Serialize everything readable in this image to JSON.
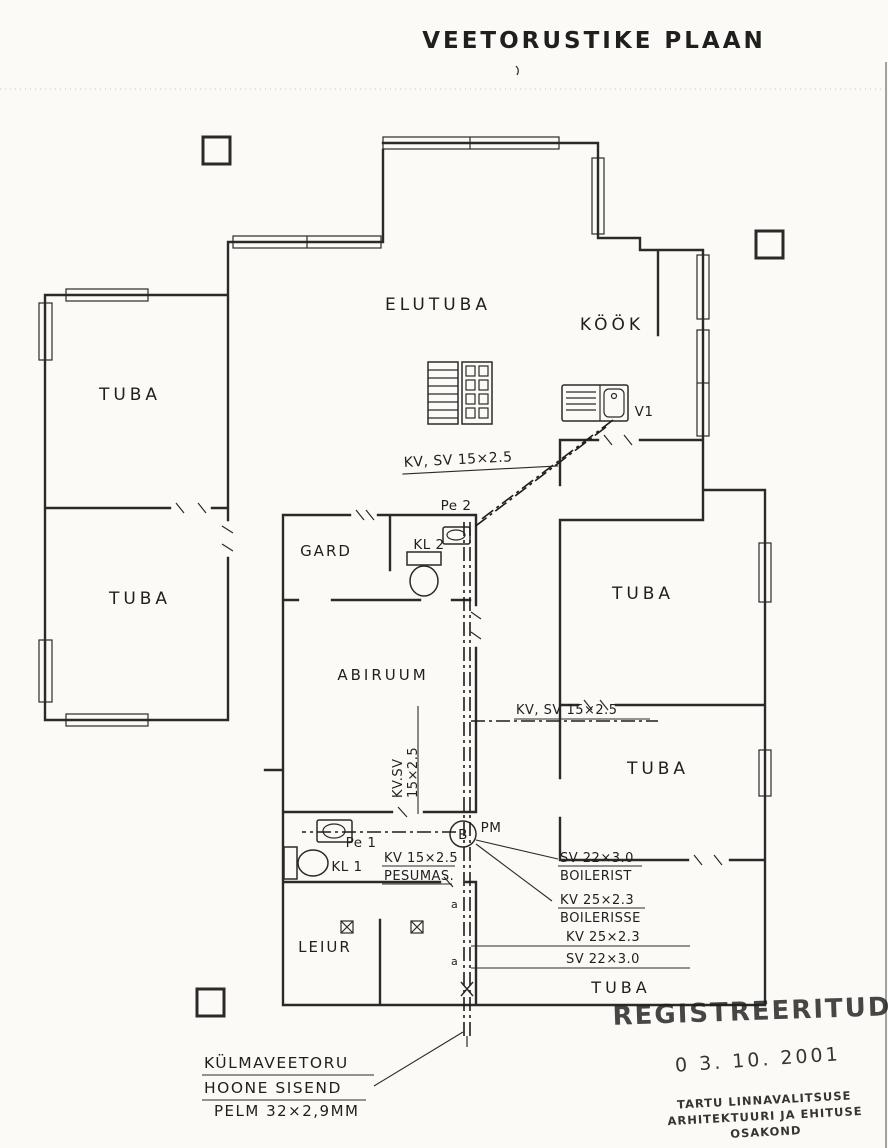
{
  "title": "VEETORUSTIKE PLAAN",
  "rooms": {
    "elutuba": "ELUTUBA",
    "kook": "KÖÖK",
    "tuba_upper_left": "TUBA",
    "tuba_lower_left": "TUBA",
    "gard": "GARD",
    "abiruum": "ABIRUUM",
    "tuba_mid_right": "TUBA",
    "tuba_right": "TUBA",
    "tuba_bottom": "TUBA",
    "leiur": "LEIUR"
  },
  "fixtures": {
    "pe2": "Pe 2",
    "kl2": "KL 2",
    "pe1": "Pe 1",
    "kl1": "KL 1",
    "pm": "PM",
    "boiler": "B",
    "v1": "V1",
    "pesumas": "PESUMAS.",
    "mark_a1": "a",
    "mark_a2": "a"
  },
  "pipes": {
    "kitchen_run": "KV, SV 15×2.5",
    "mid_run": "KV, SV 15×2.5",
    "vertical_run_l1": "KV.SV",
    "vertical_run_l2": "15×2.5",
    "bath_run": "KV 15×2.5",
    "sv22_from_boiler": "SV 22×3.0",
    "from_boiler": "BOILERIST",
    "kv25_to_boiler": "KV 25×2.3",
    "to_boiler": "BOILERISSE",
    "kv25_bottom": "KV 25×2.3",
    "sv22_bottom": "SV 22×3.0"
  },
  "notes": {
    "line1": "KÜLMAVEETORU",
    "line2": "HOONE SISEND",
    "line3": "PELM 32×2,9MM"
  },
  "stamp": {
    "registered": "REGISTREERITUD",
    "date": "0 3. 10. 2001",
    "org1": "TARTU LINNAVALITSUSE",
    "org2": "ARHITEKTUURI JA EHITUSE",
    "org3": "OSAKOND"
  },
  "colors": {
    "ink": "#262626",
    "stamp_teal": "#2da3cd",
    "stamp_blue": "#1b7ec4",
    "paper": "#fbfaf7"
  }
}
